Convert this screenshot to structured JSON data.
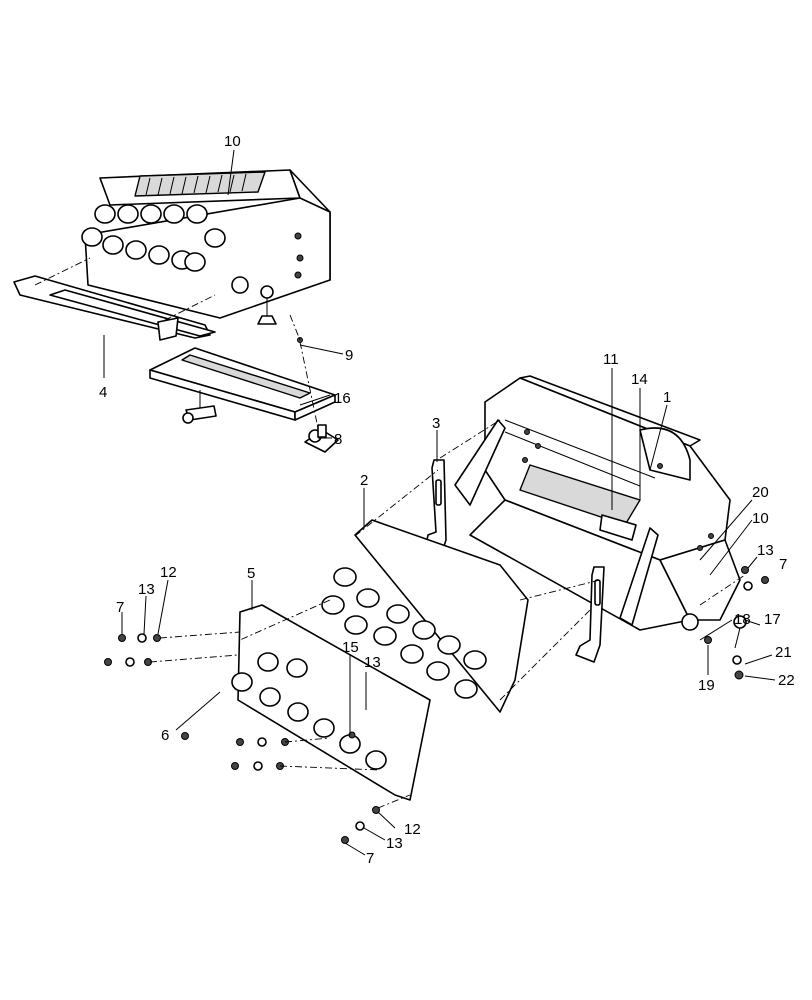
{
  "callouts": {
    "c1": "1",
    "c2": "2",
    "c3": "3",
    "c4": "4",
    "c5": "5",
    "c6": "6",
    "c7a": "7",
    "c7b": "7",
    "c7c": "7",
    "c8": "8",
    "c9": "9",
    "c10a": "10",
    "c10b": "10",
    "c11": "11",
    "c12a": "12",
    "c12b": "12",
    "c13a": "13",
    "c13b": "13",
    "c13c": "13",
    "c13d": "13",
    "c14": "14",
    "c15": "15",
    "c16": "16",
    "c17": "17",
    "c18": "18",
    "c19": "19",
    "c20": "20",
    "c21": "21",
    "c22": "22"
  }
}
